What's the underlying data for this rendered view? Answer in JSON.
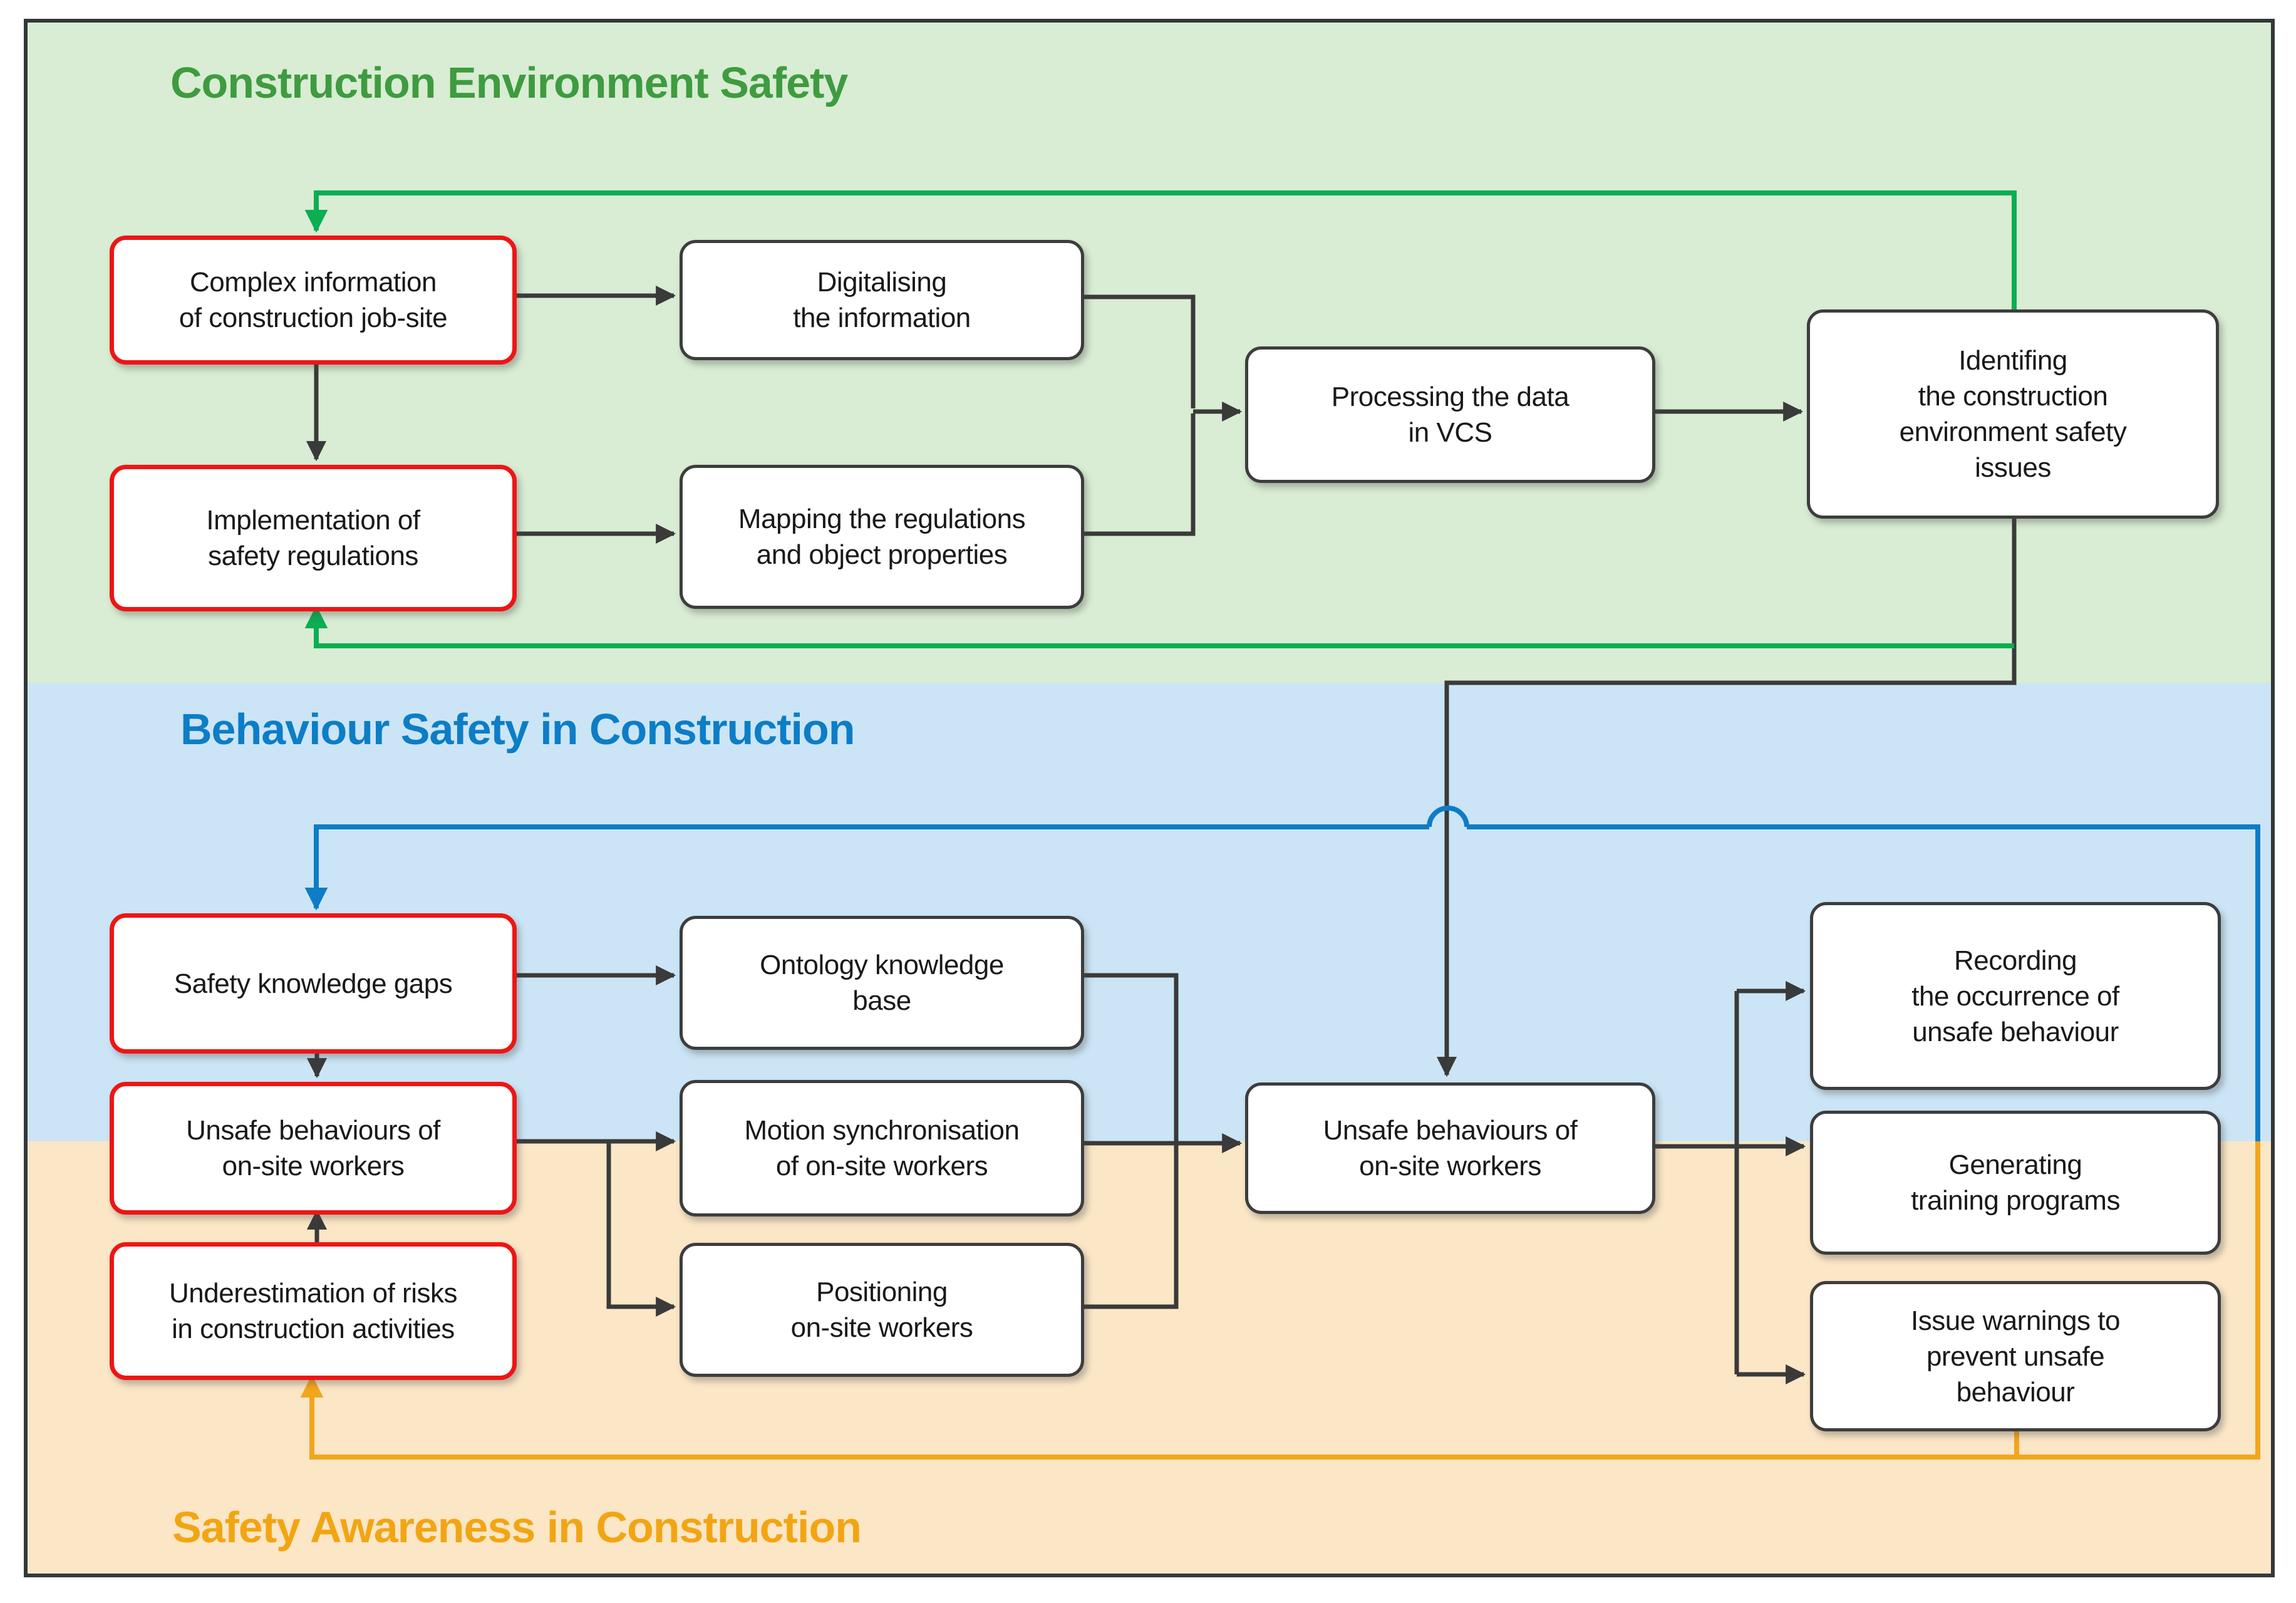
{
  "figure": {
    "kind": "flow-diagram",
    "description": "Three-band safety framework flowchart"
  },
  "colors": {
    "black_line": "#3a3a3a",
    "green_line": "#0cae52",
    "blue_line": "#0e7cc6",
    "orange_line": "#f2a61d",
    "red_box_border": "#ee1515",
    "dark_box_border": "#3d3d3d",
    "green_band_bg": "#d8edd3",
    "blue_band_bg": "#cbe5f6",
    "orange_band_bg": "#fbe6c6",
    "green_title": "#3f9b40",
    "blue_title": "#0d7dc6",
    "orange_title": "#f2a513"
  },
  "sections": {
    "green": {
      "title": "Construction Environment Safety"
    },
    "blue": {
      "title": "Behaviour Safety in Construction"
    },
    "orange": {
      "title": "Safety Awareness in Construction"
    }
  },
  "boxes": {
    "complex_info": {
      "style": "red",
      "lines": [
        "Complex information",
        "of construction job-site"
      ]
    },
    "implementation": {
      "style": "red",
      "lines": [
        "Implementation of",
        "safety regulations"
      ]
    },
    "digitalising": {
      "style": "dark",
      "lines": [
        "Digitalising",
        "the information"
      ]
    },
    "mapping": {
      "style": "dark",
      "lines": [
        "Mapping the regulations",
        "and object properties"
      ]
    },
    "processing": {
      "style": "dark",
      "lines": [
        "Processing the data",
        "in VCS"
      ]
    },
    "identifying": {
      "style": "dark",
      "lines": [
        "Identifing",
        "the construction",
        "environment safety",
        "issues"
      ]
    },
    "knowledge_gaps": {
      "style": "red",
      "lines": [
        "Safety knowledge gaps"
      ]
    },
    "unsafe_left": {
      "style": "red",
      "lines": [
        "Unsafe behaviours of",
        "on-site workers"
      ]
    },
    "underestimation": {
      "style": "red",
      "lines": [
        "Underestimation of risks",
        "in construction activities"
      ]
    },
    "ontology": {
      "style": "dark",
      "lines": [
        "Ontology knowledge",
        "base"
      ]
    },
    "motion_sync": {
      "style": "dark",
      "lines": [
        "Motion synchronisation",
        "of on-site workers"
      ]
    },
    "positioning": {
      "style": "dark",
      "lines": [
        "Positioning",
        "on-site workers"
      ]
    },
    "unsafe_mid": {
      "style": "dark",
      "lines": [
        "Unsafe behaviours of",
        "on-site workers"
      ]
    },
    "recording": {
      "style": "dark",
      "lines": [
        "Recording",
        "the occurrence of",
        "unsafe behaviour"
      ]
    },
    "generating": {
      "style": "dark",
      "lines": [
        "Generating",
        "training programs"
      ]
    },
    "warnings": {
      "style": "dark",
      "lines": [
        "Issue warnings to",
        "prevent unsafe",
        "behaviour"
      ]
    }
  }
}
